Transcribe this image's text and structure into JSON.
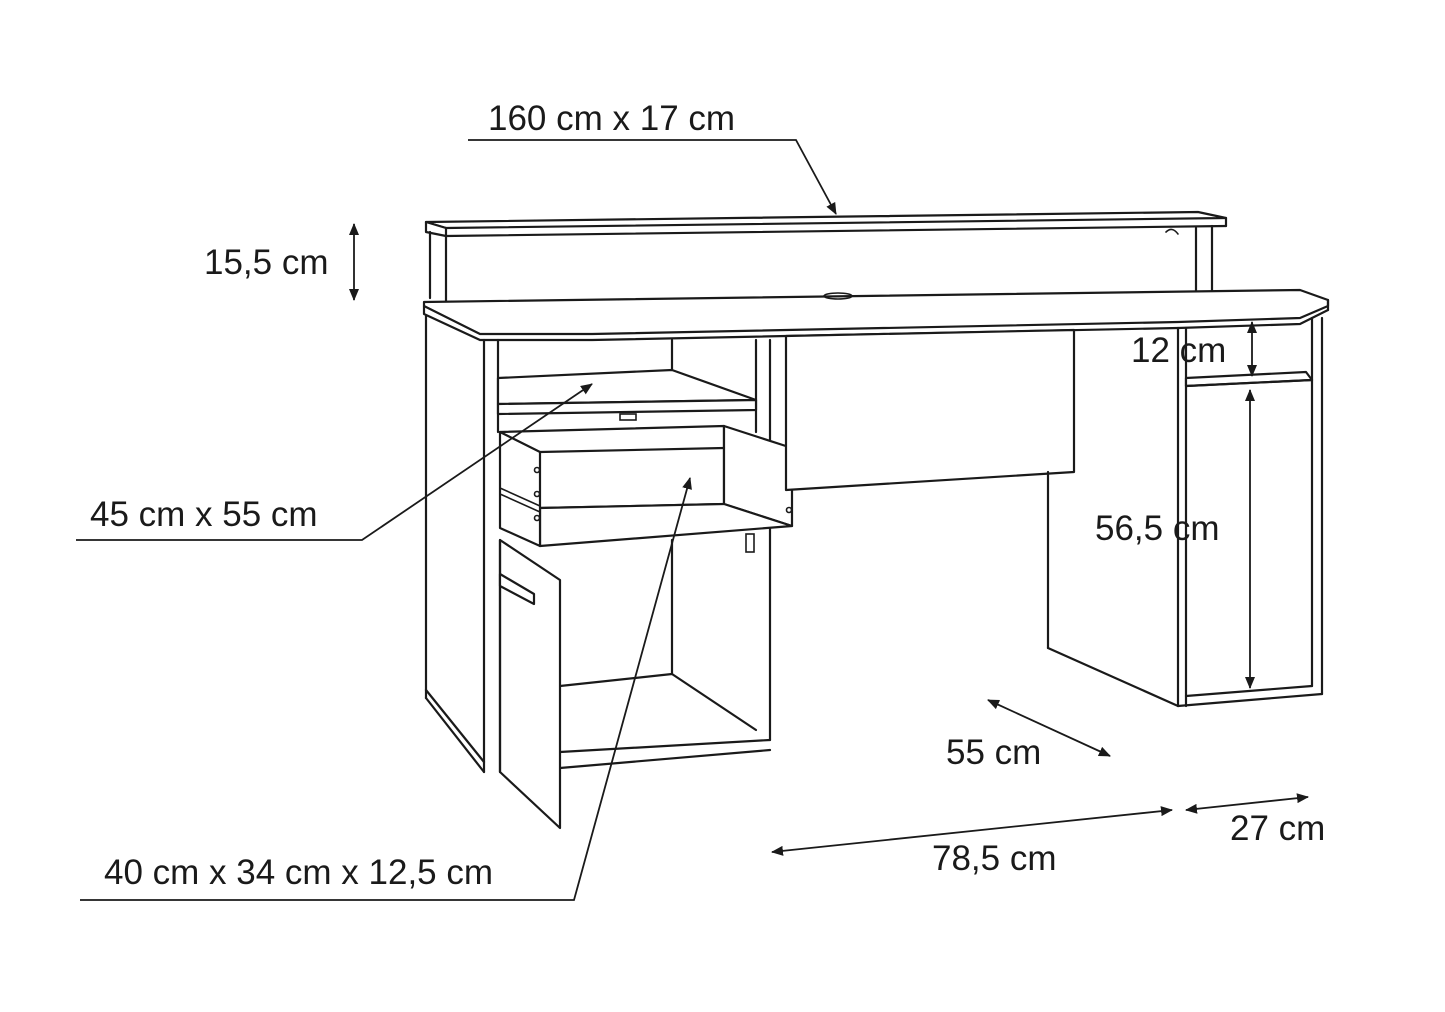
{
  "labels": {
    "hutch_size": "160 cm x 17 cm",
    "hutch_height": "15,5 cm",
    "shelf_gap": "12 cm",
    "drawer_opening": "45 cm x 55 cm",
    "right_compartment_height": "56,5 cm",
    "depth": "55 cm",
    "width_main": "78,5 cm",
    "width_side": "27 cm",
    "drawer_size": "40 cm x 34 cm x 12,5 cm"
  }
}
